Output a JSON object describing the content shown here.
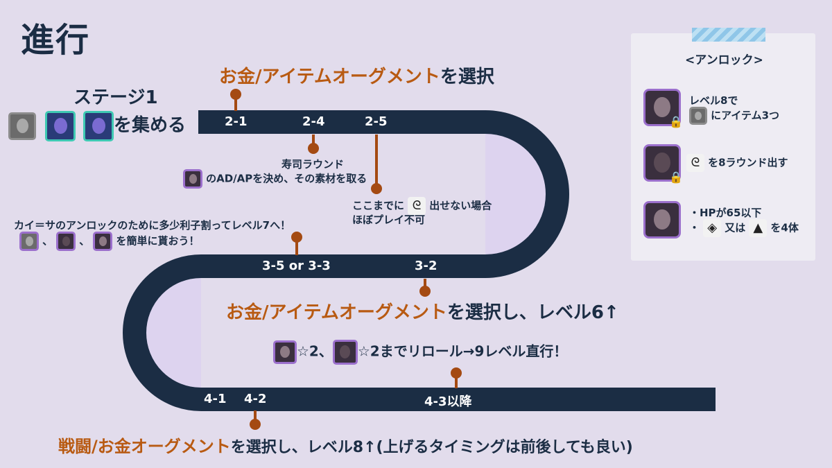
{
  "title": "進行",
  "stage1": {
    "heading": "ステージ1",
    "collect": "を集める"
  },
  "augment_top": {
    "orange": "お金/アイテムオーグメント",
    "navy": "を選択"
  },
  "track_labels": {
    "l21": "2-1",
    "l24": "2-4",
    "l25": "2-5",
    "l35": "3-5 or 3-3",
    "l32": "3-2",
    "l41": "4-1",
    "l42": "4-2",
    "l43": "4-3以降"
  },
  "sushi": {
    "line1": "寿司ラウンド",
    "line2": "のAD/APを決め、その素材を取る"
  },
  "before": {
    "line1_a": "ここまでに",
    "line1_b": "出せない場合",
    "line2": "ほぼプレイ不可"
  },
  "kaisa": {
    "line1": "カイ＝サのアンロックのために多少利子割ってレベル7へ！",
    "sep": "、",
    "tail": "を簡単に貰おう！"
  },
  "augment_mid": {
    "orange": "お金/アイテムオーグメント",
    "navy": "を選択し、レベル6↑"
  },
  "reroll": {
    "a": "☆2、",
    "b": "☆2までリロール→9レベル直行！"
  },
  "augment_bottom": {
    "orange": "戦闘/お金オーグメント",
    "navy": "を選択し、レベル8↑(上げるタイミングは前後しても良い)"
  },
  "unlock": {
    "heading": "<アンロック>",
    "item1_line1": "レベル8で",
    "item1_line2": "にアイテム3つ",
    "item2": "を8ラウンド出す",
    "item3_line1": "・HPが65以下",
    "item3_or": "又は",
    "item3_tail": "を4体",
    "item3_bullet": "・"
  },
  "colors": {
    "track": "#1b2d44",
    "accent": "#b85a12",
    "pin": "#a44a12",
    "background": "#e2dcec",
    "track_fill": "#ddd3ef"
  }
}
